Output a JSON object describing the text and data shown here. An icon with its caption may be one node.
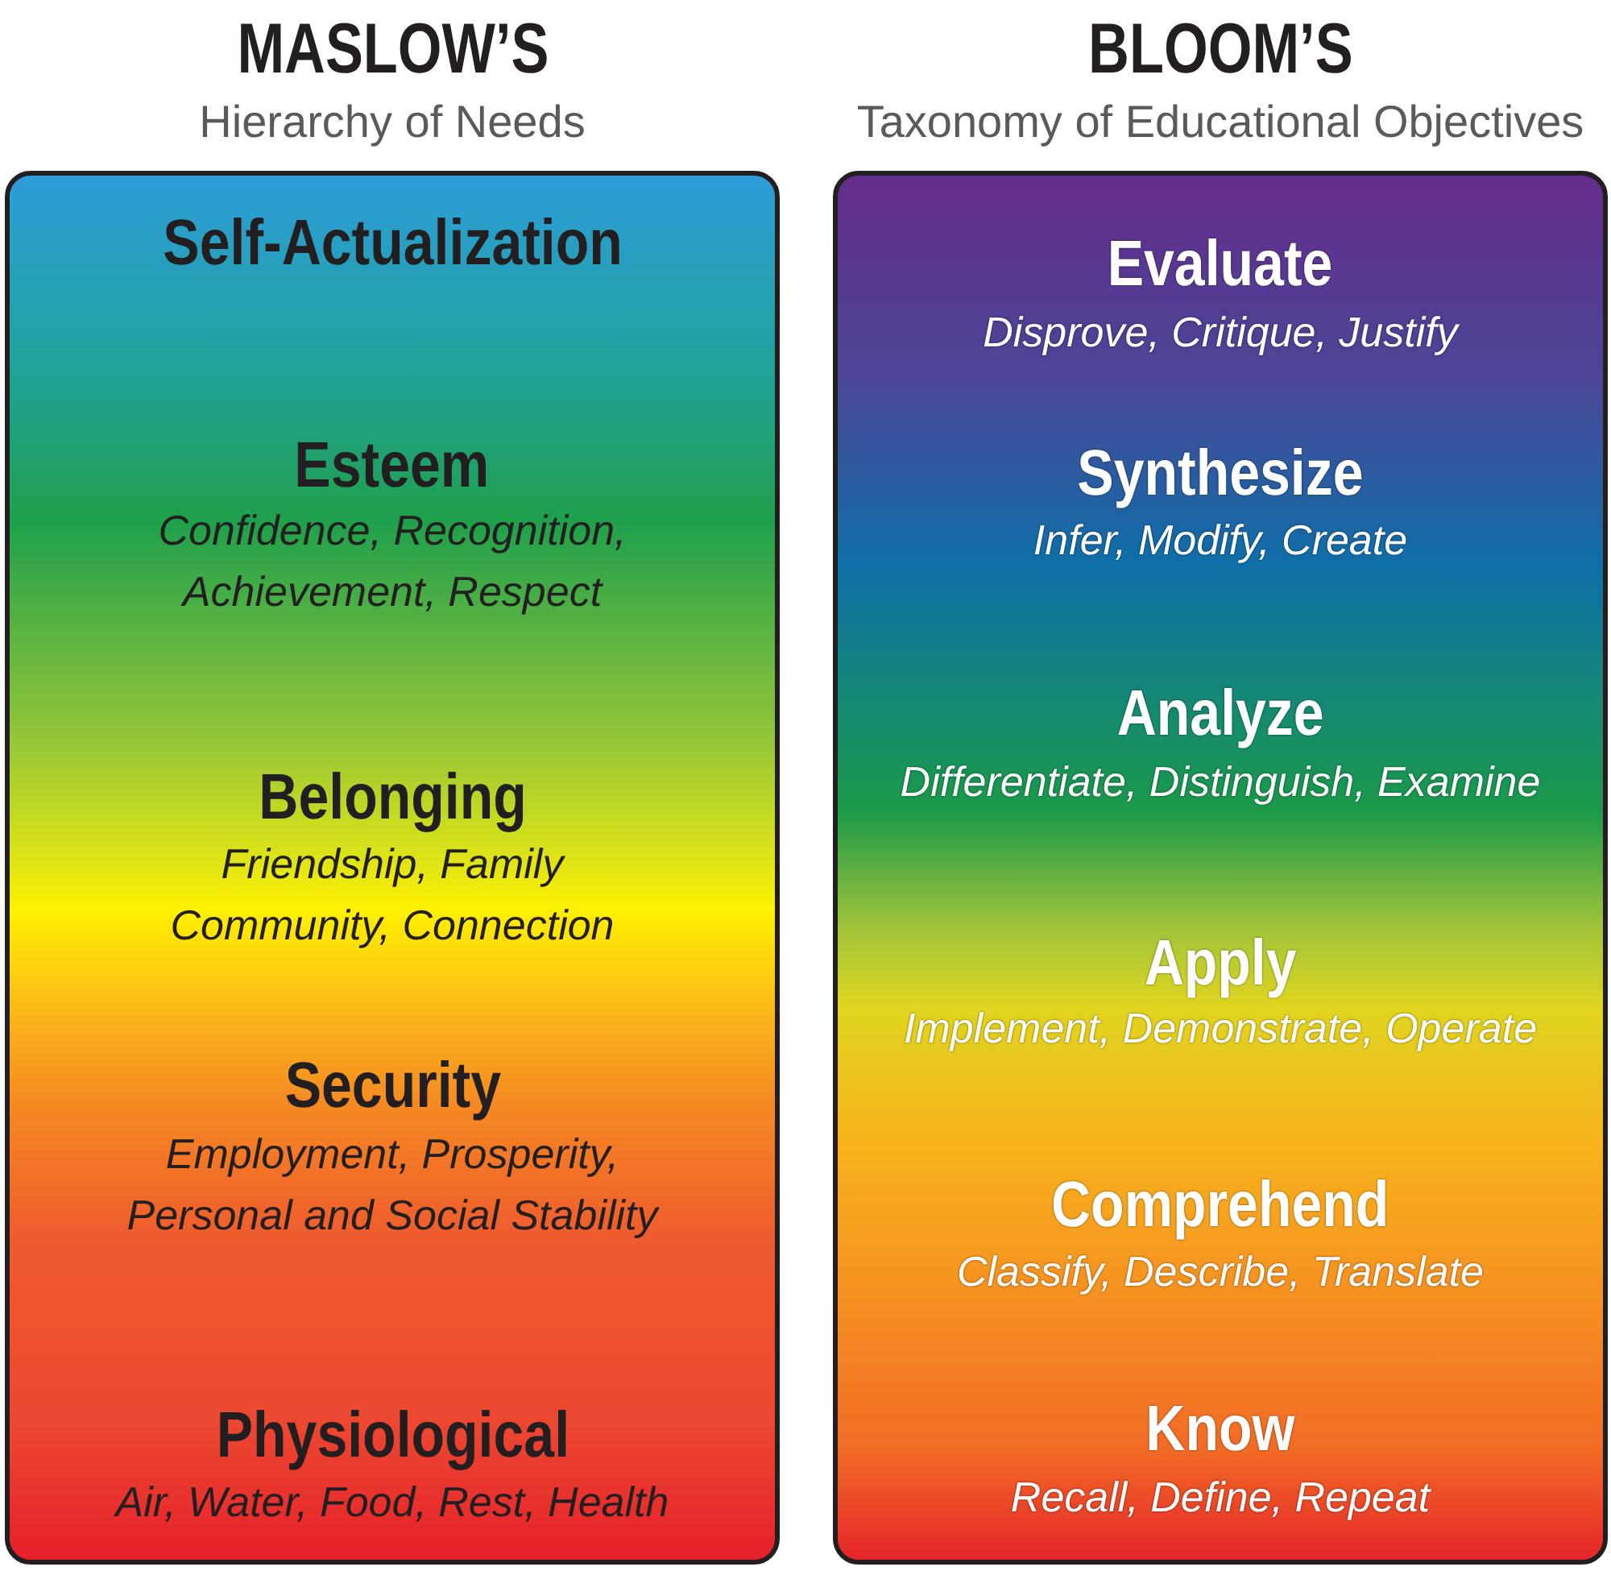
{
  "diagram": {
    "nodes": [
      {
        "text": [
          "MASLOW’S",
          "Hierarchy of Needs",
          "Self-Actualization",
          "Esteem",
          "Confidence, Recognition, Achievement, Respect",
          "Belonging",
          "Friendship, Family Community, Connection",
          "Security",
          "Employment, Prosperity, Personal and Social Stability",
          "Physiological",
          "Air, Water, Food, Rest, Health"
        ]
      },
      {
        "text": [
          "BLOOM’S",
          "Taxonomy of Educational Objectives",
          "Evaluate",
          "Disprove, Critique, Justify",
          "Synthesize",
          "Infer, Modify, Create",
          "Analyze",
          "Differentiate, Distinguish, Examine",
          "Apply",
          "Implement, Demonstrate, Operate",
          "Comprehend",
          "Classify, Describe, Translate",
          "Know",
          "Recall, Define, Repeat"
        ]
      }
    ]
  }
}
